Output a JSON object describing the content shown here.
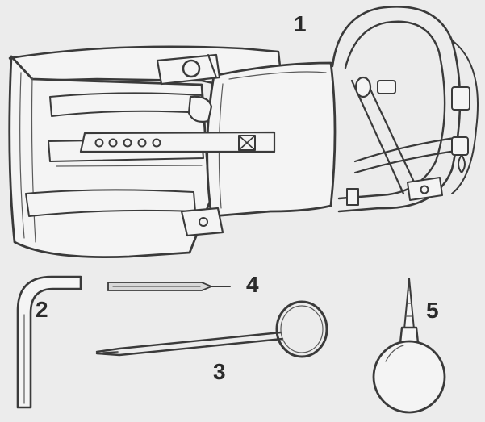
{
  "labels": {
    "item1": "1",
    "item2": "2",
    "item3": "3",
    "item4": "4",
    "item5": "5"
  },
  "colors": {
    "background": "#ececec",
    "ink": "#3a3a3a"
  }
}
